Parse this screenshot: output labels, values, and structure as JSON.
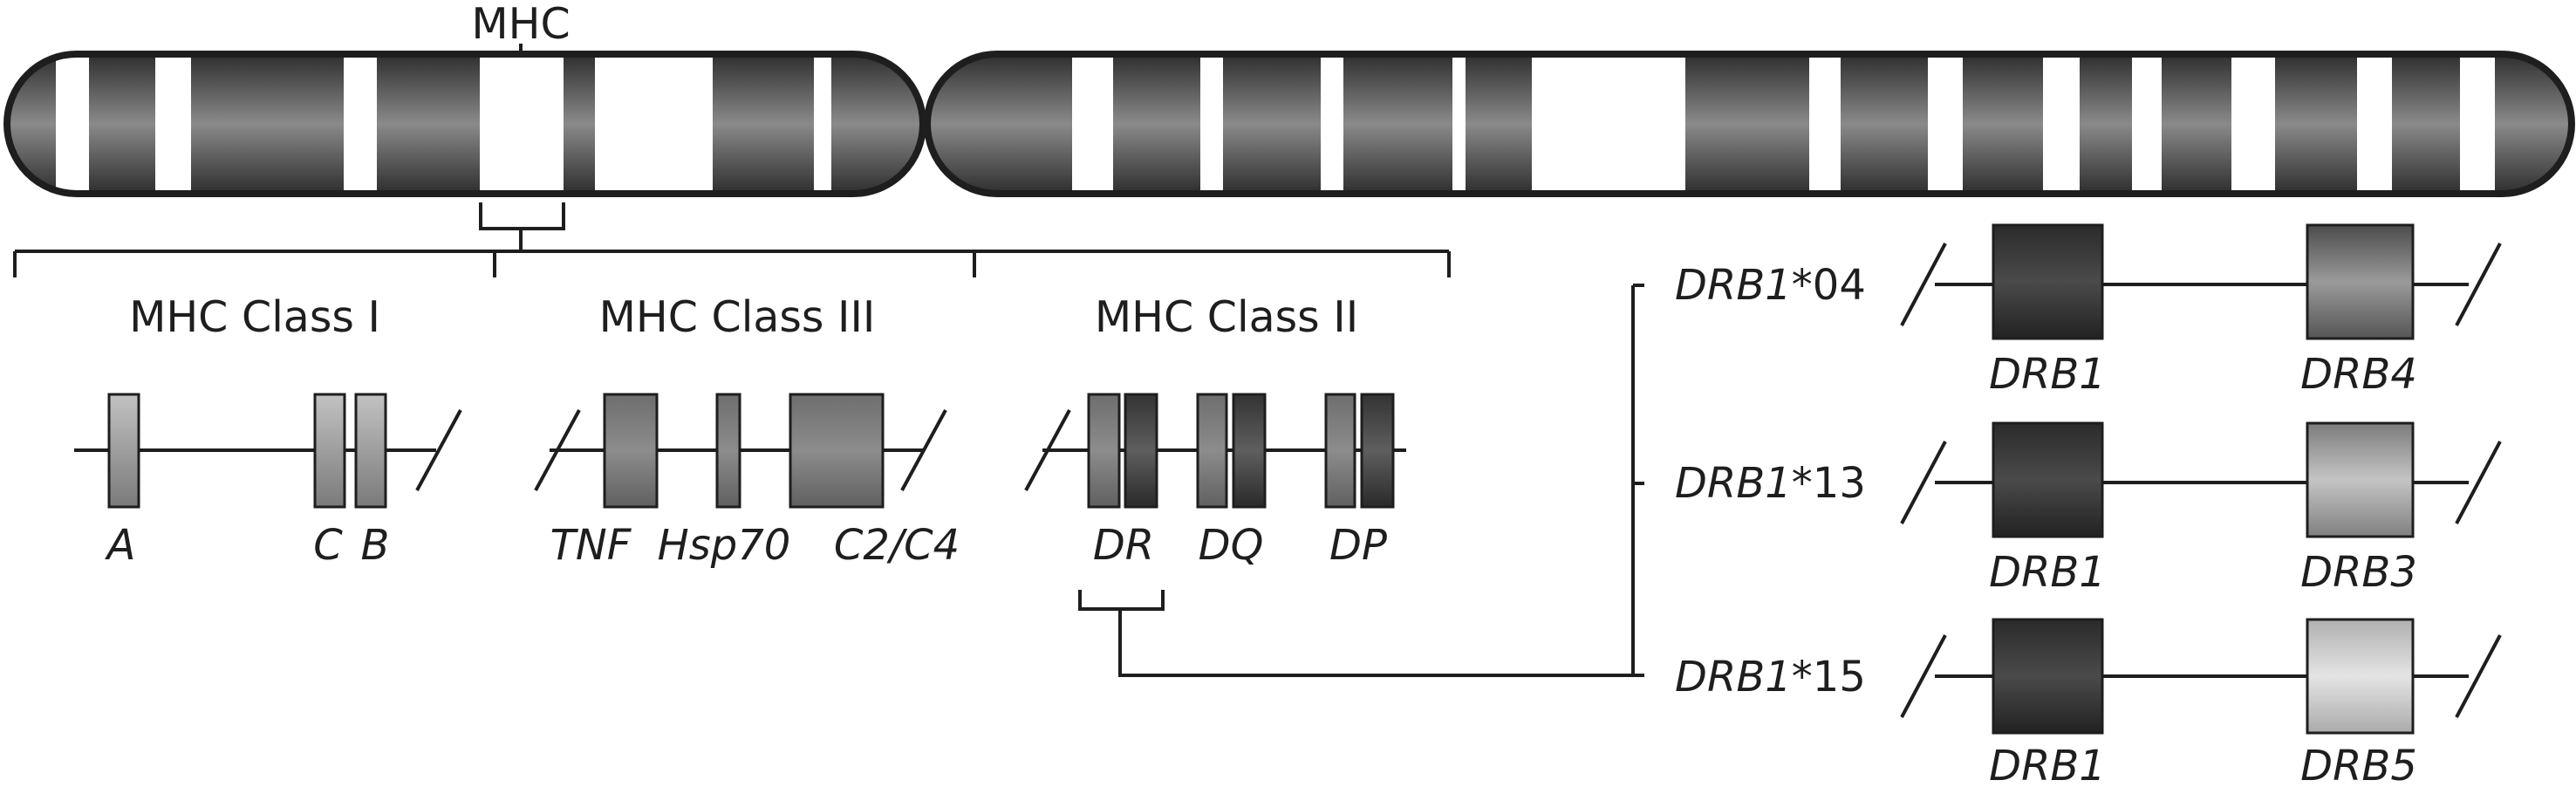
{
  "mhc_label": "MHC",
  "class_labels": {
    "class1": "MHC Class I",
    "class3": "MHC Class III",
    "class2": "MHC Class II"
  },
  "class1_genes": {
    "a": "A",
    "c": "C",
    "b": "B"
  },
  "class3_genes": {
    "tnf": "TNF",
    "hsp70": "Hsp70",
    "c2c4": "C2/C4"
  },
  "class2_genes": {
    "dr": "DR",
    "dq": "DQ",
    "dp": "DP"
  },
  "haplotypes": [
    {
      "allele_gene": "DRB1",
      "allele_suffix": "*04",
      "gene1": "DRB1",
      "gene2": "DRB4"
    },
    {
      "allele_gene": "DRB1",
      "allele_suffix": "*13",
      "gene1": "DRB1",
      "gene2": "DRB3"
    },
    {
      "allele_gene": "DRB1",
      "allele_suffix": "*15",
      "gene1": "DRB1",
      "gene2": "DRB5"
    }
  ]
}
